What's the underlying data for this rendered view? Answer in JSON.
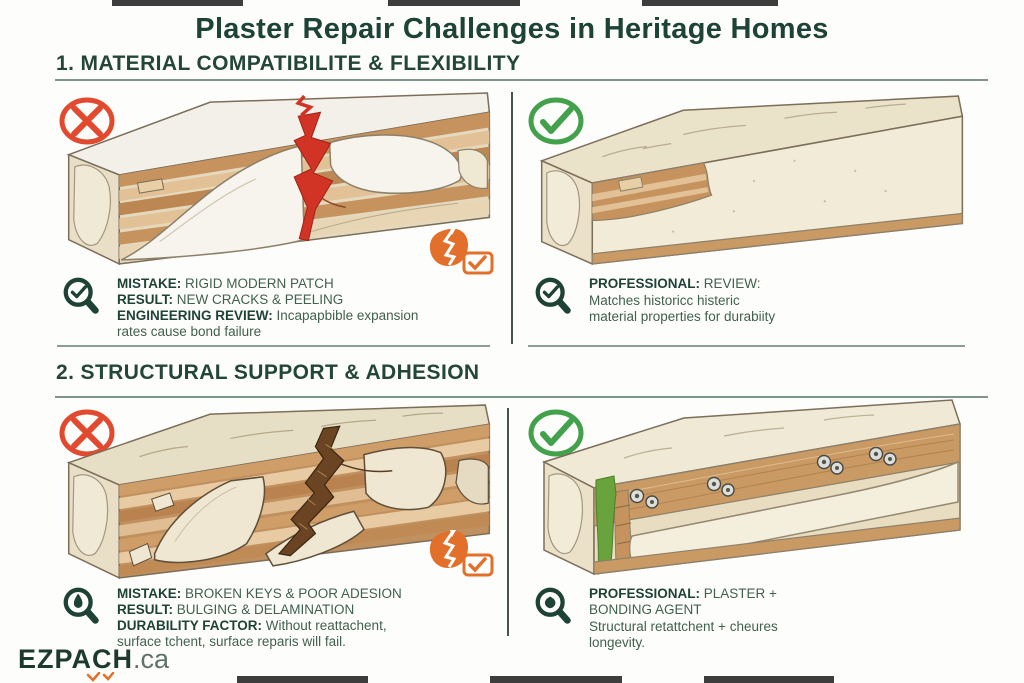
{
  "title": "Plaster Repair Challenges in Heritage Homes",
  "sections": {
    "s1": {
      "heading": "1. MATERIAL COMPATIBILITE & FLEXIBILITY",
      "mistake": {
        "l1_label": "MISTAKE:",
        "l1_text": " RIGID MODERN PATCH",
        "l2_label": "RESULT:",
        "l2_text": " NEW CRACKS & PEELING",
        "l3_label": "ENGINEERING REVIEW:",
        "l3_text": " Incapapbible expansion rates cause bond failure"
      },
      "professional": {
        "l1_label": "PROFESSIONAL:",
        "l1_text": " REVIEW:",
        "l2_text": "Matches historicc histeric material properties for durabiity"
      }
    },
    "s2": {
      "heading": "2. STRUCTURAL SUPPORT & ADHESION",
      "mistake": {
        "l1_label": "MISTAKE:",
        "l1_text": " BROKEN KEYS & POOR ADESION",
        "l2_label": "RESULT:",
        "l2_text": " BULGING & DELAMINATION",
        "l3_label": "DURABILITY FACTOR:",
        "l3_text": " Without reattachent, surface tchent, surface reparis will fail."
      },
      "professional": {
        "l1_label": "PROFESSIONAL:",
        "l1_text": " PLASTER + BONDING AGENT",
        "l2_text": "Structural retattchent + cheures longevity."
      }
    }
  },
  "footer": {
    "brand": "EZPACH",
    "suffix": ".ca"
  },
  "icons": {
    "mistake": "x-circle-icon",
    "professional": "check-circle-icon",
    "damage_badge": "cracked-circle-checkbox-icon",
    "magnifier_check": "magnifier-check-icon",
    "magnifier_spade": "magnifier-spade-icon",
    "magnifier_dot": "magnifier-dot-icon"
  },
  "colors": {
    "heading_green": "#234639",
    "body_green": "#41604f",
    "accent_red": "#e14a2e",
    "accent_green": "#43a04b",
    "accent_orange": "#e2702a",
    "divider": "#7e948c",
    "wood": "#c6925e",
    "plaster": "#f1ebd8",
    "crack_red": "#d13425",
    "bonding_green": "#68a33d"
  }
}
